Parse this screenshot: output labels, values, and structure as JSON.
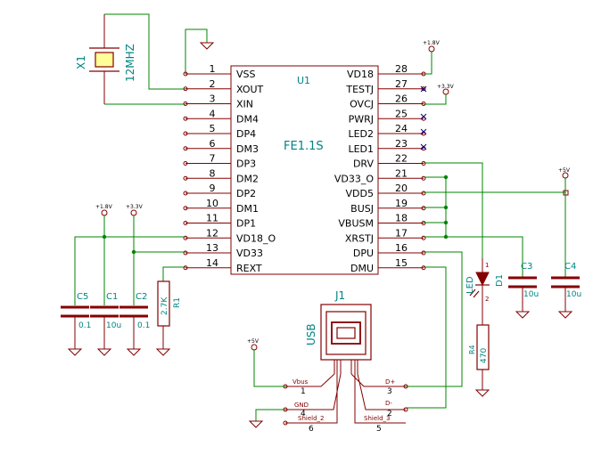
{
  "ic": {
    "ref": "U1",
    "value": "FE1.1S",
    "left_pins": [
      {
        "num": "1",
        "name": "VSS"
      },
      {
        "num": "2",
        "name": "XOUT"
      },
      {
        "num": "3",
        "name": "XIN"
      },
      {
        "num": "4",
        "name": "DM4"
      },
      {
        "num": "5",
        "name": "DP4"
      },
      {
        "num": "6",
        "name": "DM3"
      },
      {
        "num": "7",
        "name": "DP3"
      },
      {
        "num": "8",
        "name": "DM2"
      },
      {
        "num": "9",
        "name": "DP2"
      },
      {
        "num": "10",
        "name": "DM1"
      },
      {
        "num": "11",
        "name": "DP1"
      },
      {
        "num": "12",
        "name": "VD18_O"
      },
      {
        "num": "13",
        "name": "VD33"
      },
      {
        "num": "14",
        "name": "REXT"
      }
    ],
    "right_pins": [
      {
        "num": "28",
        "name": "VD18"
      },
      {
        "num": "27",
        "name": "TESTJ"
      },
      {
        "num": "26",
        "name": "OVCJ"
      },
      {
        "num": "25",
        "name": "PWRJ"
      },
      {
        "num": "24",
        "name": "LED2"
      },
      {
        "num": "23",
        "name": "LED1"
      },
      {
        "num": "22",
        "name": "DRV"
      },
      {
        "num": "21",
        "name": "VD33_O"
      },
      {
        "num": "20",
        "name": "VDD5"
      },
      {
        "num": "19",
        "name": "BUSJ"
      },
      {
        "num": "18",
        "name": "VBUSM"
      },
      {
        "num": "17",
        "name": "XRSTJ"
      },
      {
        "num": "16",
        "name": "DPU"
      },
      {
        "num": "15",
        "name": "DMU"
      }
    ]
  },
  "crystal": {
    "ref": "X1",
    "value": "12MHZ"
  },
  "power_labels": {
    "top_18v": "+1.8V",
    "top_33v": "+3.3V",
    "right_5v": "+5V",
    "left_18v": "+1.8V",
    "left_33v": "+3.3V",
    "usb_5v": "+5V"
  },
  "components": [
    {
      "ref": "C5",
      "value": "0.1"
    },
    {
      "ref": "C1",
      "value": "10u"
    },
    {
      "ref": "C2",
      "value": "0.1"
    },
    {
      "ref": "R1",
      "value": "2.7K"
    },
    {
      "ref": "C3",
      "value": "10u"
    },
    {
      "ref": "C4",
      "value": "10u"
    },
    {
      "ref": "D1",
      "value": "LED"
    },
    {
      "ref": "R4",
      "value": "470"
    }
  ],
  "usb": {
    "ref": "J1",
    "value": "USB",
    "pins": [
      {
        "num": "1",
        "name": "Vbus"
      },
      {
        "num": "4",
        "name": "GND"
      },
      {
        "num": "6",
        "name": "Shield_2"
      },
      {
        "num": "3",
        "name": "D+"
      },
      {
        "num": "2",
        "name": "D-"
      },
      {
        "num": "5",
        "name": "Shield_3"
      }
    ]
  },
  "led_pins": {
    "anode": "1",
    "cathode": "2"
  },
  "colors": {
    "wire": "#008400",
    "part_outline": "#840000",
    "reference_text": "#008484",
    "no_connect": "#000084"
  }
}
